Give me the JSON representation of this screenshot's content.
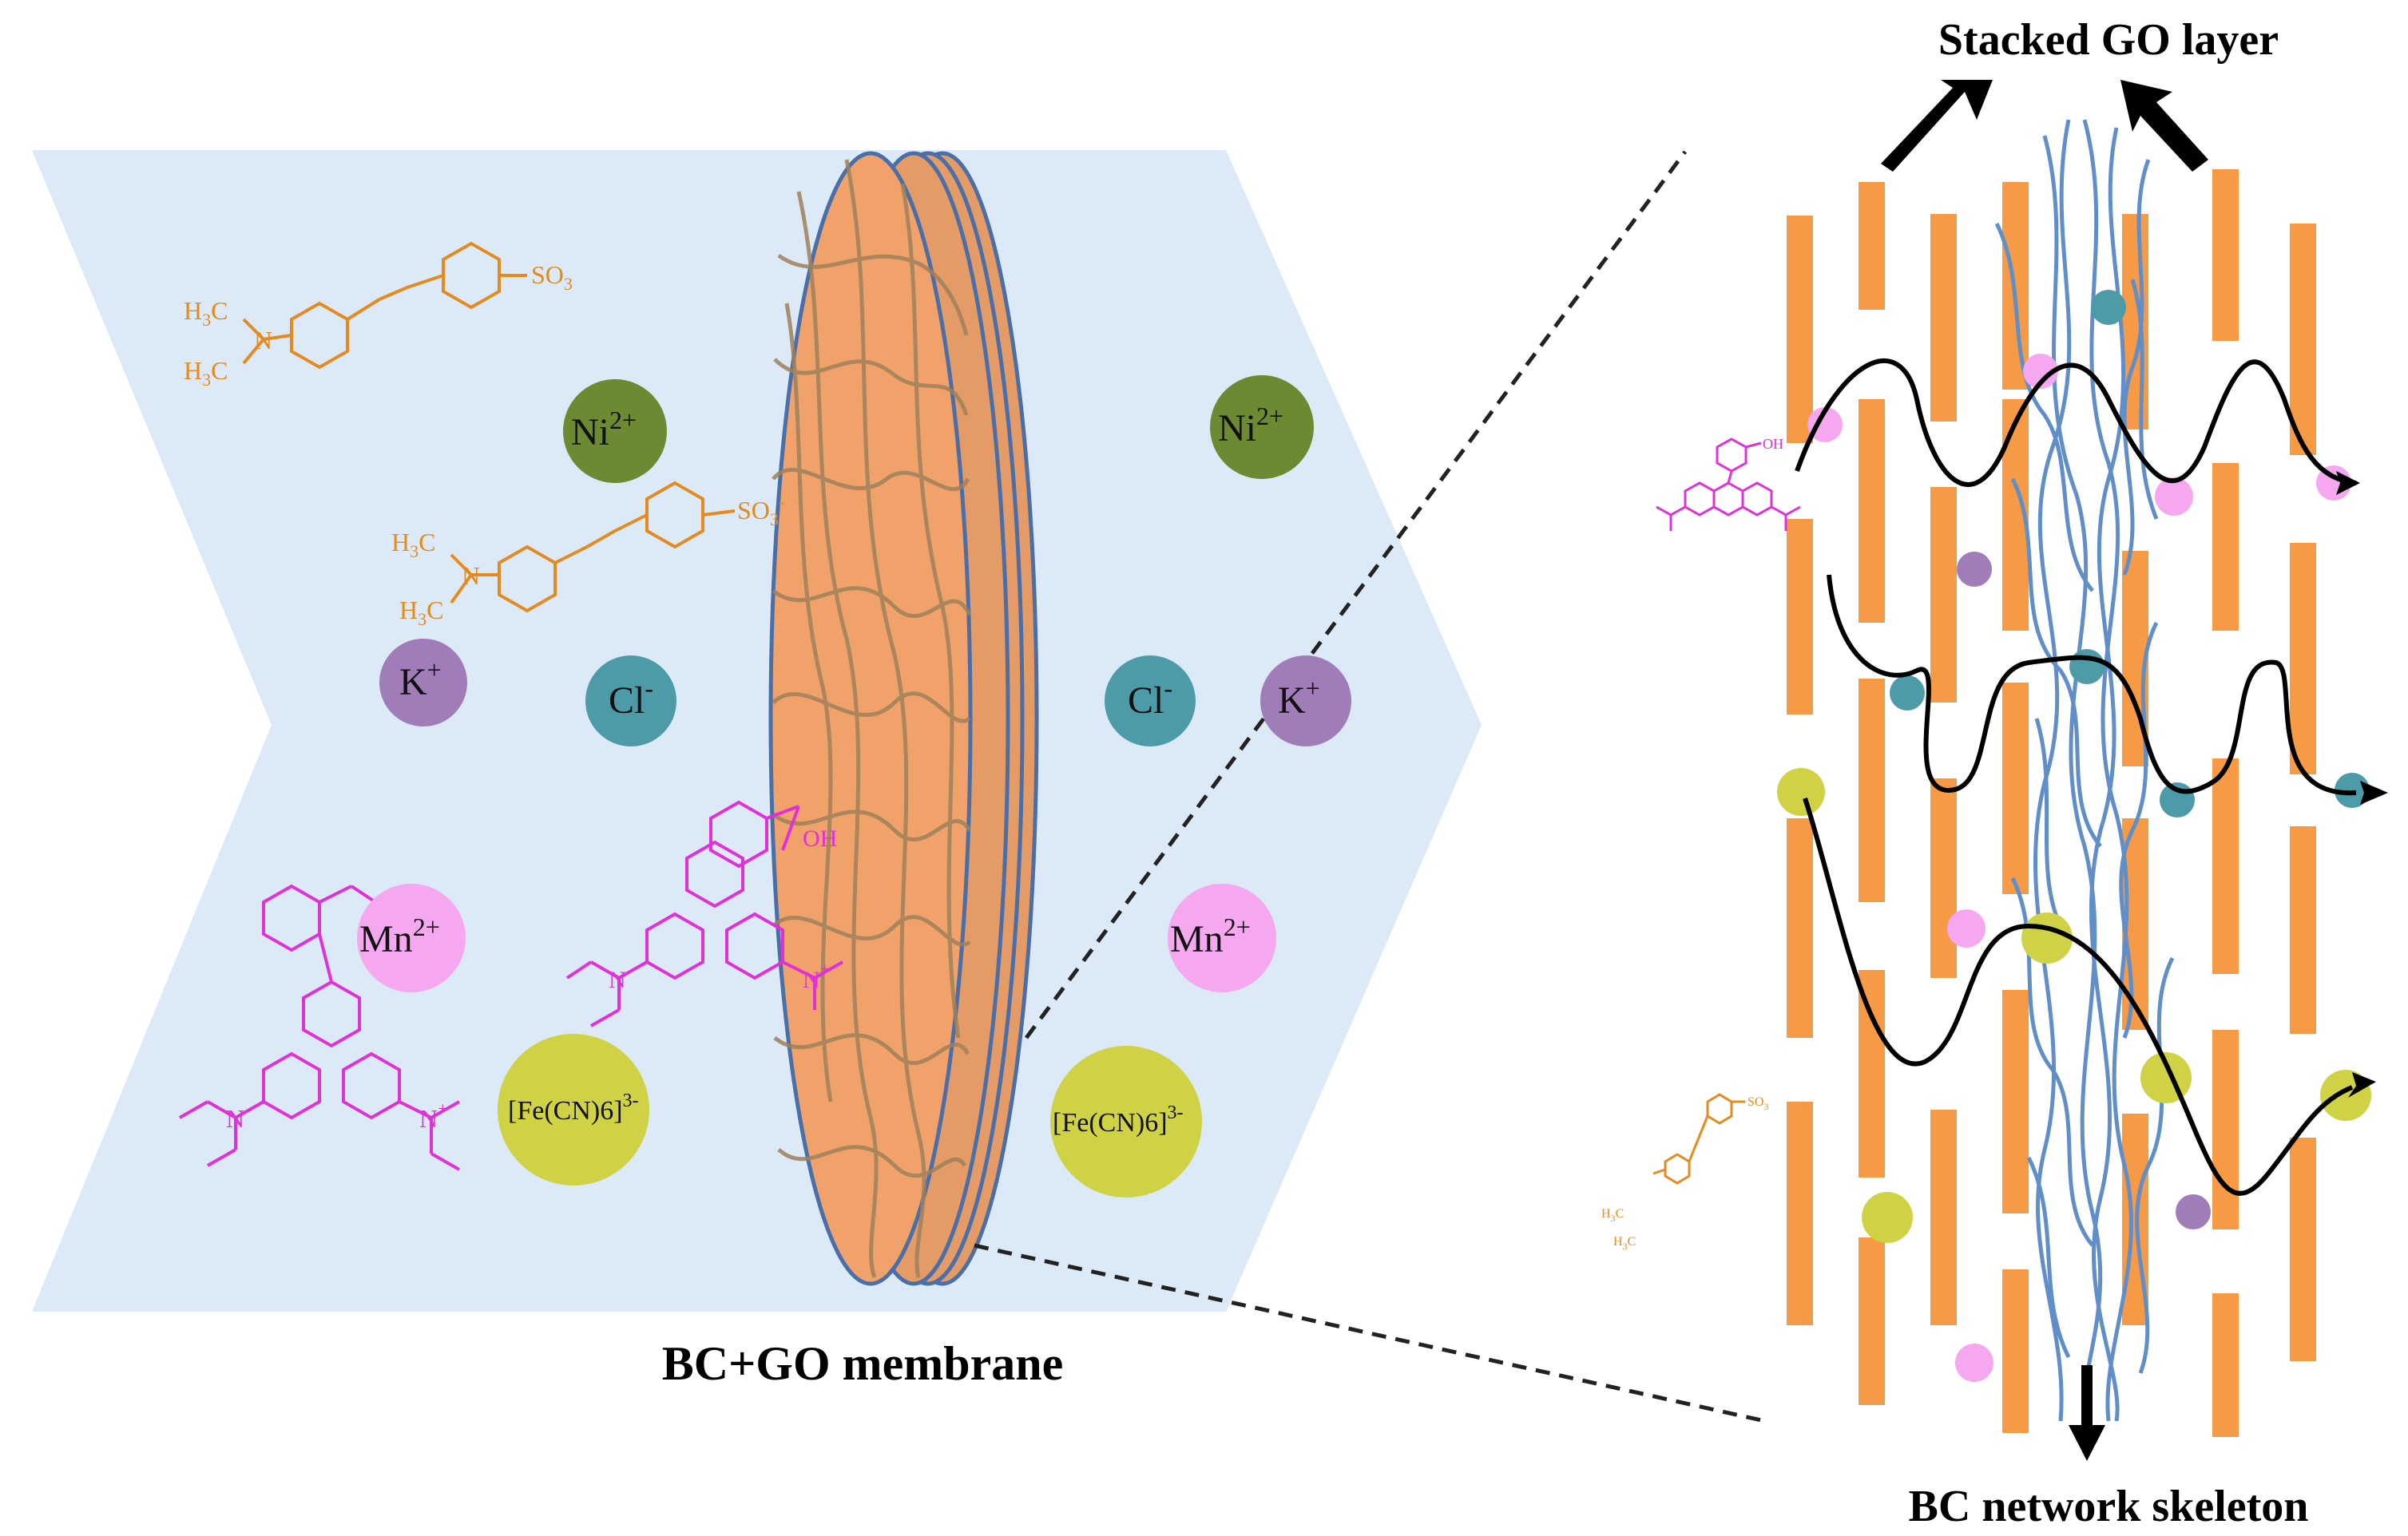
{
  "labels": {
    "stacked_go_layer": "Stacked GO layer",
    "membrane": "BC+GO membrane",
    "bc_network": "BC network skeleton"
  },
  "ions": {
    "ni": "Ni",
    "ni_charge": "2+",
    "k": "K",
    "k_charge": "+",
    "cl": "Cl",
    "cl_charge": "-",
    "mn": "Mn",
    "mn_charge": "2+",
    "fe": "[Fe(CN)6]",
    "fe_charge": "3-"
  },
  "molecule_labels": {
    "methyl1": "H",
    "methyl_sub": "3",
    "methyl_c": "C",
    "n": "N",
    "so3": "SO",
    "so3_sub": "3",
    "so3_minus": "-",
    "oh": "OH",
    "n_plus": "+"
  },
  "colors": {
    "feed_bg": "#dce9f7",
    "go_layer": "#f79a46",
    "bc_fiber": "#5f8ec8",
    "ni": "#6b8a32",
    "k": "#a07db8",
    "cl": "#4d9aa8",
    "mn": "#f5a8f0",
    "fe": "#cfd244",
    "azo_dye": "#e48a1e",
    "rhodamine": "#e030d8"
  }
}
